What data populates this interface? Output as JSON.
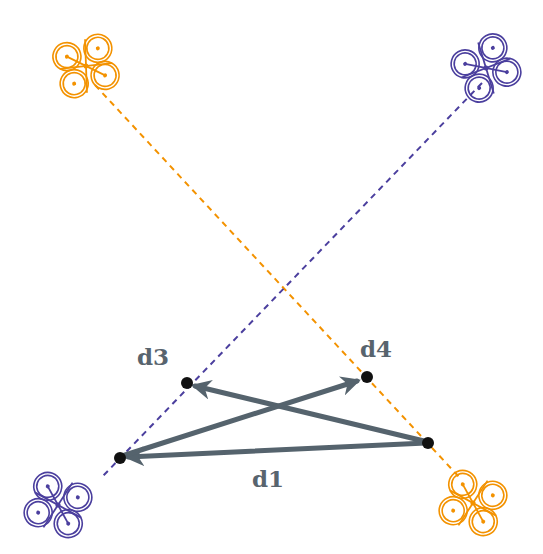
{
  "diagram": {
    "labels": [
      "d3",
      "d4",
      "d1"
    ]
  }
}
